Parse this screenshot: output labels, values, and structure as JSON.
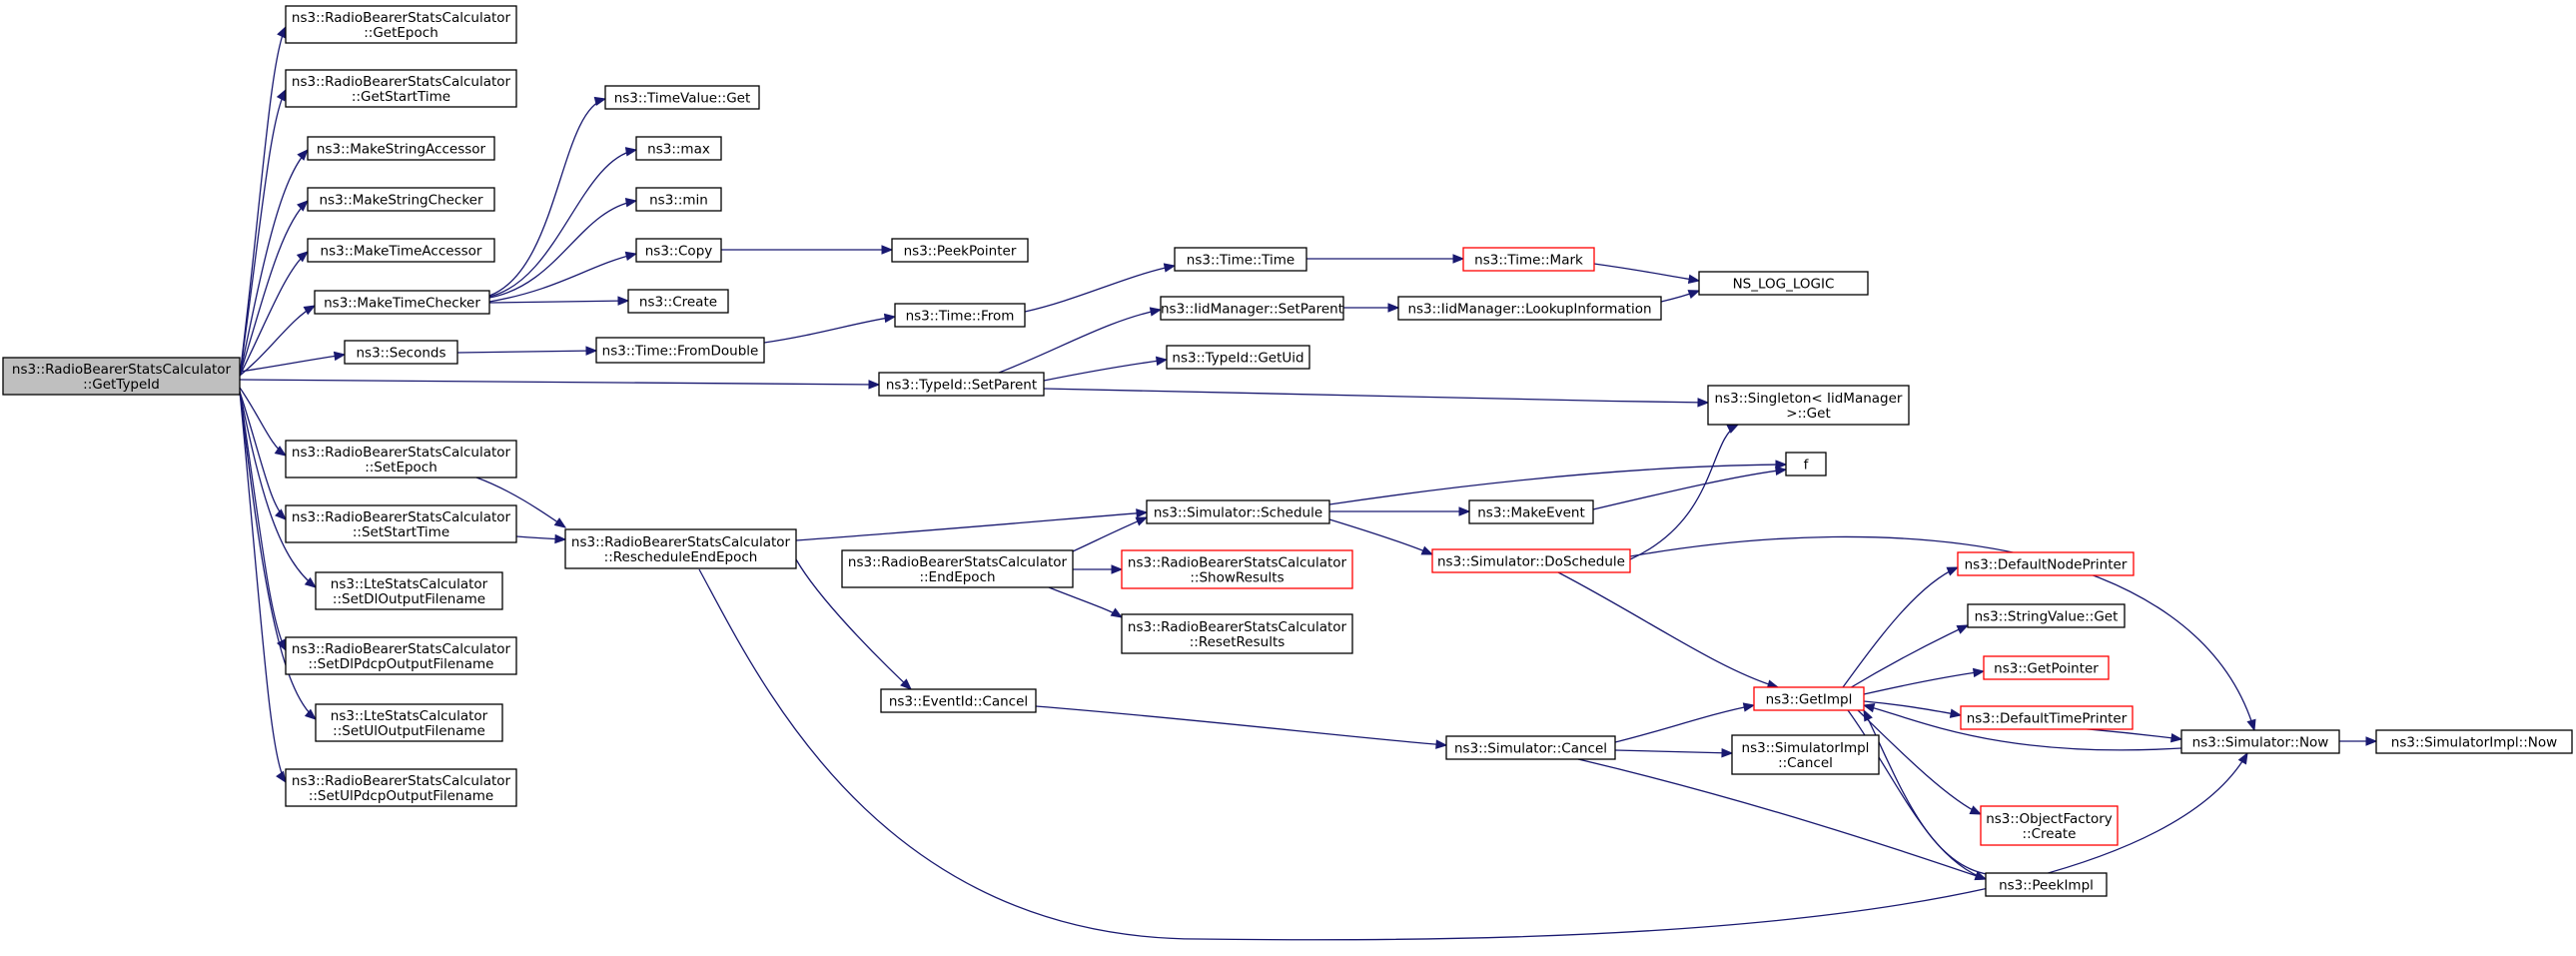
{
  "colors": {
    "edge": "#191970",
    "truncated_border": "#ff0000",
    "root_fill": "#bfbfbf"
  },
  "nodes": {
    "root": [
      "ns3::RadioBearerStatsCalculator",
      "::GetTypeId"
    ],
    "rb_getepoch": [
      "ns3::RadioBearerStatsCalculator",
      "::GetEpoch"
    ],
    "rb_getstarttime": [
      "ns3::RadioBearerStatsCalculator",
      "::GetStartTime"
    ],
    "makestringaccessor": [
      "ns3::MakeStringAccessor"
    ],
    "makestringchecker": [
      "ns3::MakeStringChecker"
    ],
    "maketimeaccessor": [
      "ns3::MakeTimeAccessor"
    ],
    "maketimechecker": [
      "ns3::MakeTimeChecker"
    ],
    "seconds": [
      "ns3::Seconds"
    ],
    "rb_setepoch": [
      "ns3::RadioBearerStatsCalculator",
      "::SetEpoch"
    ],
    "rb_setstarttime": [
      "ns3::RadioBearerStatsCalculator",
      "::SetStartTime"
    ],
    "lte_setdl": [
      "ns3::LteStatsCalculator",
      "::SetDlOutputFilename"
    ],
    "rb_setdlpdcp": [
      "ns3::RadioBearerStatsCalculator",
      "::SetDlPdcpOutputFilename"
    ],
    "lte_setul": [
      "ns3::LteStatsCalculator",
      "::SetUlOutputFilename"
    ],
    "rb_setulpdcp": [
      "ns3::RadioBearerStatsCalculator",
      "::SetUlPdcpOutputFilename"
    ],
    "timevalue_get": [
      "ns3::TimeValue::Get"
    ],
    "max": [
      "ns3::max"
    ],
    "min": [
      "ns3::min"
    ],
    "copy": [
      "ns3::Copy"
    ],
    "create": [
      "ns3::Create"
    ],
    "time_fromdouble": [
      "ns3::Time::FromDouble"
    ],
    "peekpointer": [
      "ns3::PeekPointer"
    ],
    "time_from": [
      "ns3::Time::From"
    ],
    "typeid_setparent": [
      "ns3::TypeId::SetParent"
    ],
    "time_time": [
      "ns3::Time::Time"
    ],
    "iid_setparent": [
      "ns3::IidManager::SetParent"
    ],
    "typeid_getuid": [
      "ns3::TypeId::GetUid"
    ],
    "time_mark": [
      "ns3::Time::Mark"
    ],
    "iid_lookup": [
      "ns3::IidManager::LookupInformation"
    ],
    "ns_log_logic": [
      "NS_LOG_LOGIC"
    ],
    "singleton_get": [
      "ns3::Singleton< IidManager",
      ">::Get"
    ],
    "f": [
      "f"
    ],
    "rb_reschedule": [
      "ns3::RadioBearerStatsCalculator",
      "::RescheduleEndEpoch"
    ],
    "sim_schedule": [
      "ns3::Simulator::Schedule"
    ],
    "makeevent": [
      "ns3::MakeEvent"
    ],
    "sim_doschedule": [
      "ns3::Simulator::DoSchedule"
    ],
    "rb_endepoch": [
      "ns3::RadioBearerStatsCalculator",
      "::EndEpoch"
    ],
    "rb_showresults": [
      "ns3::RadioBearerStatsCalculator",
      "::ShowResults"
    ],
    "rb_resetresults": [
      "ns3::RadioBearerStatsCalculator",
      "::ResetResults"
    ],
    "eventid_cancel": [
      "ns3::EventId::Cancel"
    ],
    "sim_cancel": [
      "ns3::Simulator::Cancel"
    ],
    "simimpl_cancel": [
      "ns3::SimulatorImpl",
      "::Cancel"
    ],
    "getimpl": [
      "ns3::GetImpl"
    ],
    "defaultnodeprinter": [
      "ns3::DefaultNodePrinter"
    ],
    "stringvalue_get": [
      "ns3::StringValue::Get"
    ],
    "getpointer": [
      "ns3::GetPointer"
    ],
    "defaulttimeprinter": [
      "ns3::DefaultTimePrinter"
    ],
    "objectfactory_create": [
      "ns3::ObjectFactory",
      "::Create"
    ],
    "peekimpl": [
      "ns3::PeekImpl"
    ],
    "sim_now": [
      "ns3::Simulator::Now"
    ],
    "simimpl_now": [
      "ns3::SimulatorImpl::Now"
    ]
  }
}
